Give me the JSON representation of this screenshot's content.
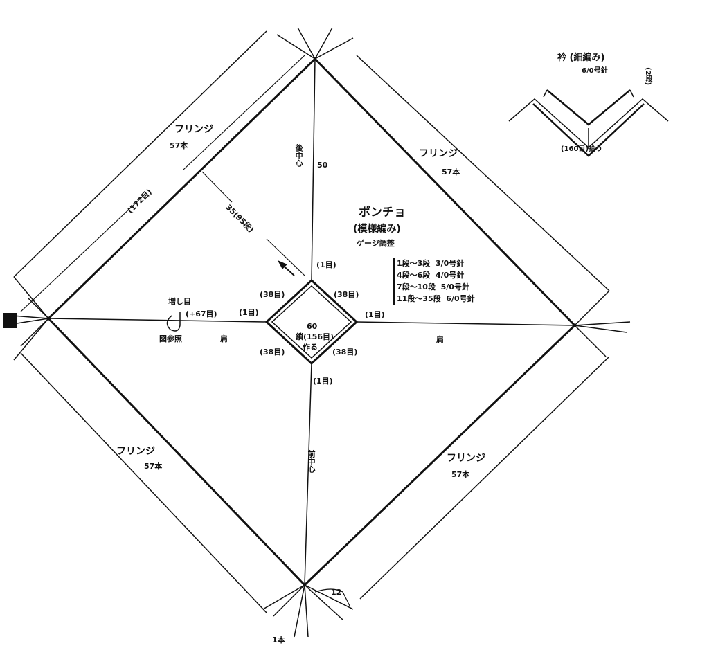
{
  "title": "ポンチョ",
  "subtitle": "(模様編み)",
  "gauge_note": "ゲージ調整",
  "needle_table": [
    {
      "rows": "1段～3段",
      "needle": "3/0号針"
    },
    {
      "rows": "4段～6段",
      "needle": "4/0号針"
    },
    {
      "rows": "7段～10段",
      "needle": "5/0号針"
    },
    {
      "rows": "11段～35段",
      "needle": "6/0号針"
    }
  ],
  "collar": {
    "title": "衿 (細編み)",
    "needle": "6/0号針",
    "rows": "(2段)",
    "pickup": "(160目)拾う"
  },
  "fringe": {
    "label": "フリンジ",
    "count": "57本"
  },
  "labels": {
    "back_center": "後中心",
    "front_center": "前中心",
    "back_length": "50",
    "edge_stitches": "(172目)",
    "depth": "35(95段)",
    "increase": "増し目",
    "increase_count": "(+67目)",
    "see_figure": "図参照",
    "shoulder": "肩",
    "one_stitch": "(1目)",
    "side_stitches": "(38目)",
    "neck_size": "60",
    "chain": "鎖(156目)",
    "make": "作る",
    "fringe_length": "12",
    "one_strand": "1本"
  }
}
